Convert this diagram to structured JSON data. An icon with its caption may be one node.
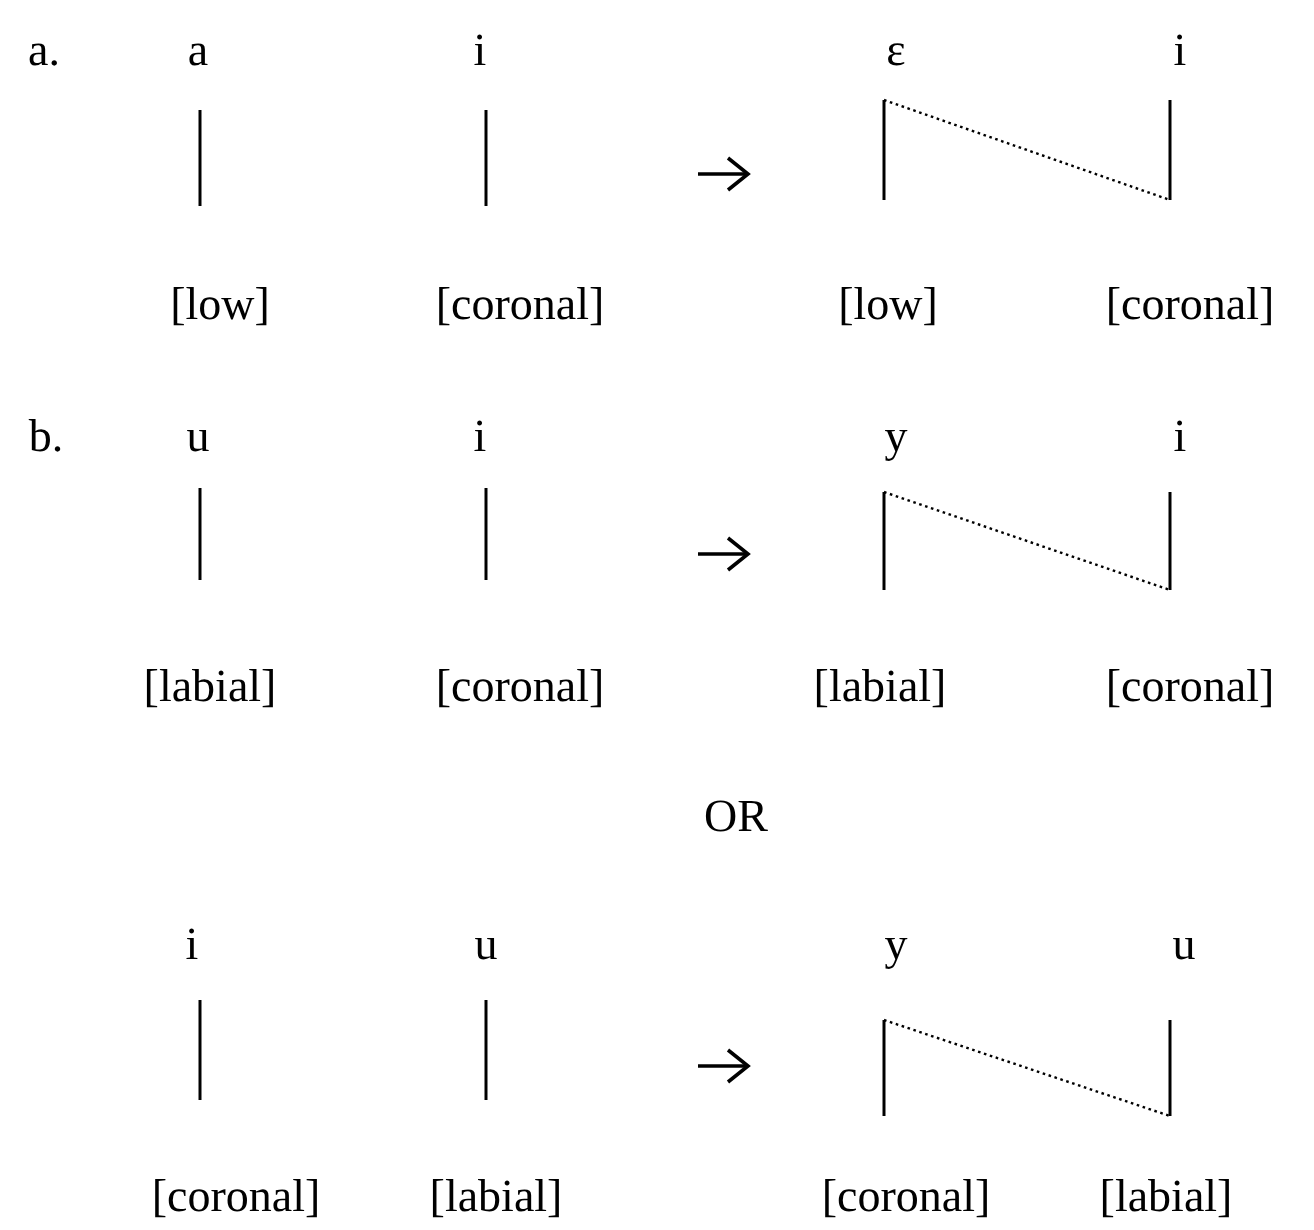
{
  "diagram": {
    "nodes": [
      {
        "text": [
          "a"
        ]
      },
      {
        "text": [
          "i"
        ]
      },
      {
        "text": [
          "ε"
        ]
      },
      {
        "text": [
          "i"
        ]
      },
      {
        "text": [
          "[low]"
        ]
      },
      {
        "text": [
          "[coronal]"
        ]
      },
      {
        "text": [
          "[low]"
        ]
      },
      {
        "text": [
          "[coronal]"
        ]
      },
      {
        "text": [
          "u"
        ]
      },
      {
        "text": [
          "i"
        ]
      },
      {
        "text": [
          "y"
        ]
      },
      {
        "text": [
          "i"
        ]
      },
      {
        "text": [
          "[labial]"
        ]
      },
      {
        "text": [
          "[coronal]"
        ]
      },
      {
        "text": [
          "[labial]"
        ]
      },
      {
        "text": [
          "[coronal]"
        ]
      },
      {
        "text": [
          "i"
        ]
      },
      {
        "text": [
          "u"
        ]
      },
      {
        "text": [
          "y"
        ]
      },
      {
        "text": [
          "u"
        ]
      },
      {
        "text": [
          "[coronal]"
        ]
      },
      {
        "text": [
          "[labial]"
        ]
      },
      {
        "text": [
          "[coronal]"
        ]
      },
      {
        "text": [
          "[labial]"
        ]
      }
    ],
    "edges": [
      {
        "from": 0,
        "to": 4,
        "arrow": "none"
      },
      {
        "from": 1,
        "to": 5,
        "arrow": "none"
      },
      {
        "from": 2,
        "to": 6,
        "arrow": "none"
      },
      {
        "from": 3,
        "to": 7,
        "arrow": "none"
      },
      {
        "from": 2,
        "to": 7,
        "arrow": "none",
        "style": "dashed"
      },
      {
        "from": 8,
        "to": 12,
        "arrow": "none"
      },
      {
        "from": 9,
        "to": 13,
        "arrow": "none"
      },
      {
        "from": 10,
        "to": 14,
        "arrow": "none"
      },
      {
        "from": 11,
        "to": 15,
        "arrow": "none"
      },
      {
        "from": 10,
        "to": 15,
        "arrow": "none",
        "style": "dashed"
      },
      {
        "from": 16,
        "to": 20,
        "arrow": "none"
      },
      {
        "from": 17,
        "to": 21,
        "arrow": "none"
      },
      {
        "from": 18,
        "to": 22,
        "arrow": "none"
      },
      {
        "from": 19,
        "to": 23,
        "arrow": "none"
      },
      {
        "from": 18,
        "to": 23,
        "arrow": "none",
        "style": "dashed"
      }
    ],
    "labels": [
      "a.",
      "b.",
      "OR"
    ]
  }
}
